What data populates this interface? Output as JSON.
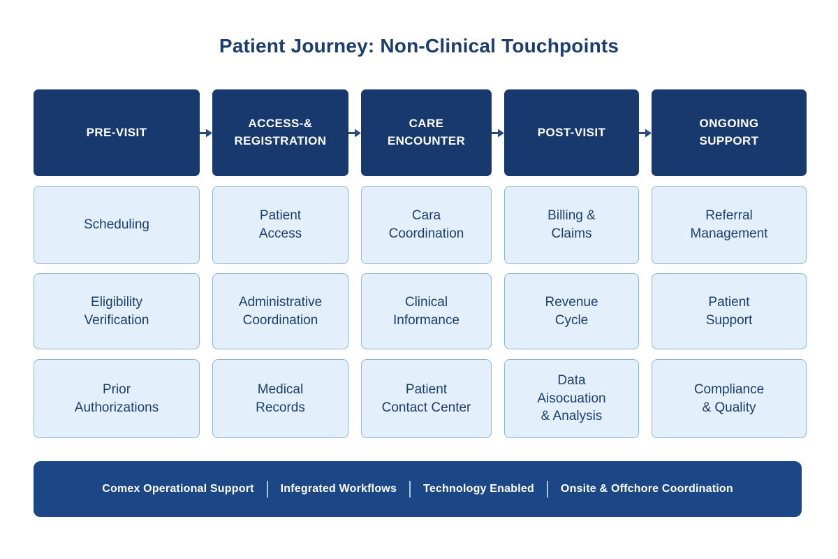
{
  "title": "Patient Journey: Non-Clinical Touchpoints",
  "colors": {
    "header_bg": "#17396D",
    "banner_bg": "#1C4787",
    "cell_bg": "#E3F0FB",
    "cell_border": "#8FB5D6",
    "navy_text": "#1C3E6F",
    "arrow": "#2A4B7E"
  },
  "columns": [
    {
      "header": "PRE-VISIT",
      "cells": [
        "Scheduling",
        "Eligibility\nVerification",
        "Prior\nAuthorizations"
      ]
    },
    {
      "header": "ACCESS-&\nREGISTRATION",
      "cells": [
        "Patient\nAccess",
        "Administrative\nCoordination",
        "Medical\nRecords"
      ]
    },
    {
      "header": "CARE\nENCOUNTER",
      "cells": [
        "Cara\nCoordination",
        "Clinical\nInformance",
        "Patient\nContact Center"
      ]
    },
    {
      "header": "POST-VISIT",
      "cells": [
        "Billing &\nClaims",
        "Revenue\nCycle",
        "Data\nAisocuation\n& Analysis"
      ]
    },
    {
      "header": "ONGOING\nSUPPORT",
      "cells": [
        "Referral\nManagement",
        "Patient\nSupport",
        "Compliance\n& Quality"
      ]
    }
  ],
  "banner": {
    "items": [
      "Comex Operational Support",
      "Infegrated Workflows",
      "Technology Enabled",
      "Onsite & Offchore Coordination"
    ]
  }
}
